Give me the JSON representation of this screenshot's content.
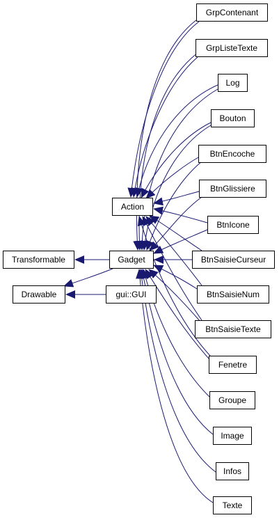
{
  "colors": {
    "edge": "#191970",
    "box_border": "#000000",
    "background": "#ffffff"
  },
  "nodes": {
    "transformable": "Transformable",
    "drawable": "Drawable",
    "action": "Action",
    "gadget": "Gadget",
    "gui": "gui::GUI",
    "grpcontenant": "GrpContenant",
    "grplistetexte": "GrpListeTexte",
    "log": "Log",
    "bouton": "Bouton",
    "btnencoche": "BtnEncoche",
    "btnglissiere": "BtnGlissiere",
    "btnicone": "BtnIcone",
    "btnsaisiecurseur": "BtnSaisieCurseur",
    "btnsaisienum": "BtnSaisieNum",
    "btnsaisietexte": "BtnSaisieTexte",
    "fenetre": "Fenetre",
    "groupe": "Groupe",
    "image": "Image",
    "infos": "Infos",
    "texte": "Texte"
  }
}
